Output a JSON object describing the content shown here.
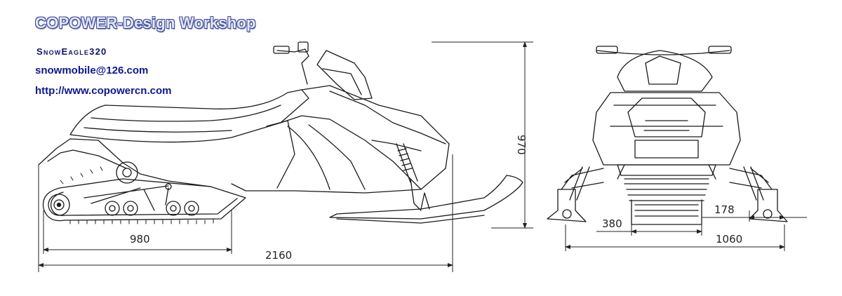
{
  "header": {
    "title": "COPOWER-Design Workshop",
    "model": "SnowEagle320",
    "email": "snowmobile@126.com",
    "url": "http://www.copowercn.com"
  },
  "dimensions": {
    "track_length": "980",
    "overall_length": "2160",
    "overall_height": "970",
    "track_width": "380",
    "ski_width": "178",
    "overall_width": "1060"
  },
  "colors": {
    "title_fill": "#e3e6f2",
    "title_outline": "#3c4a9a",
    "text_blue": "#0f168f",
    "line": "#1a1a1a"
  }
}
